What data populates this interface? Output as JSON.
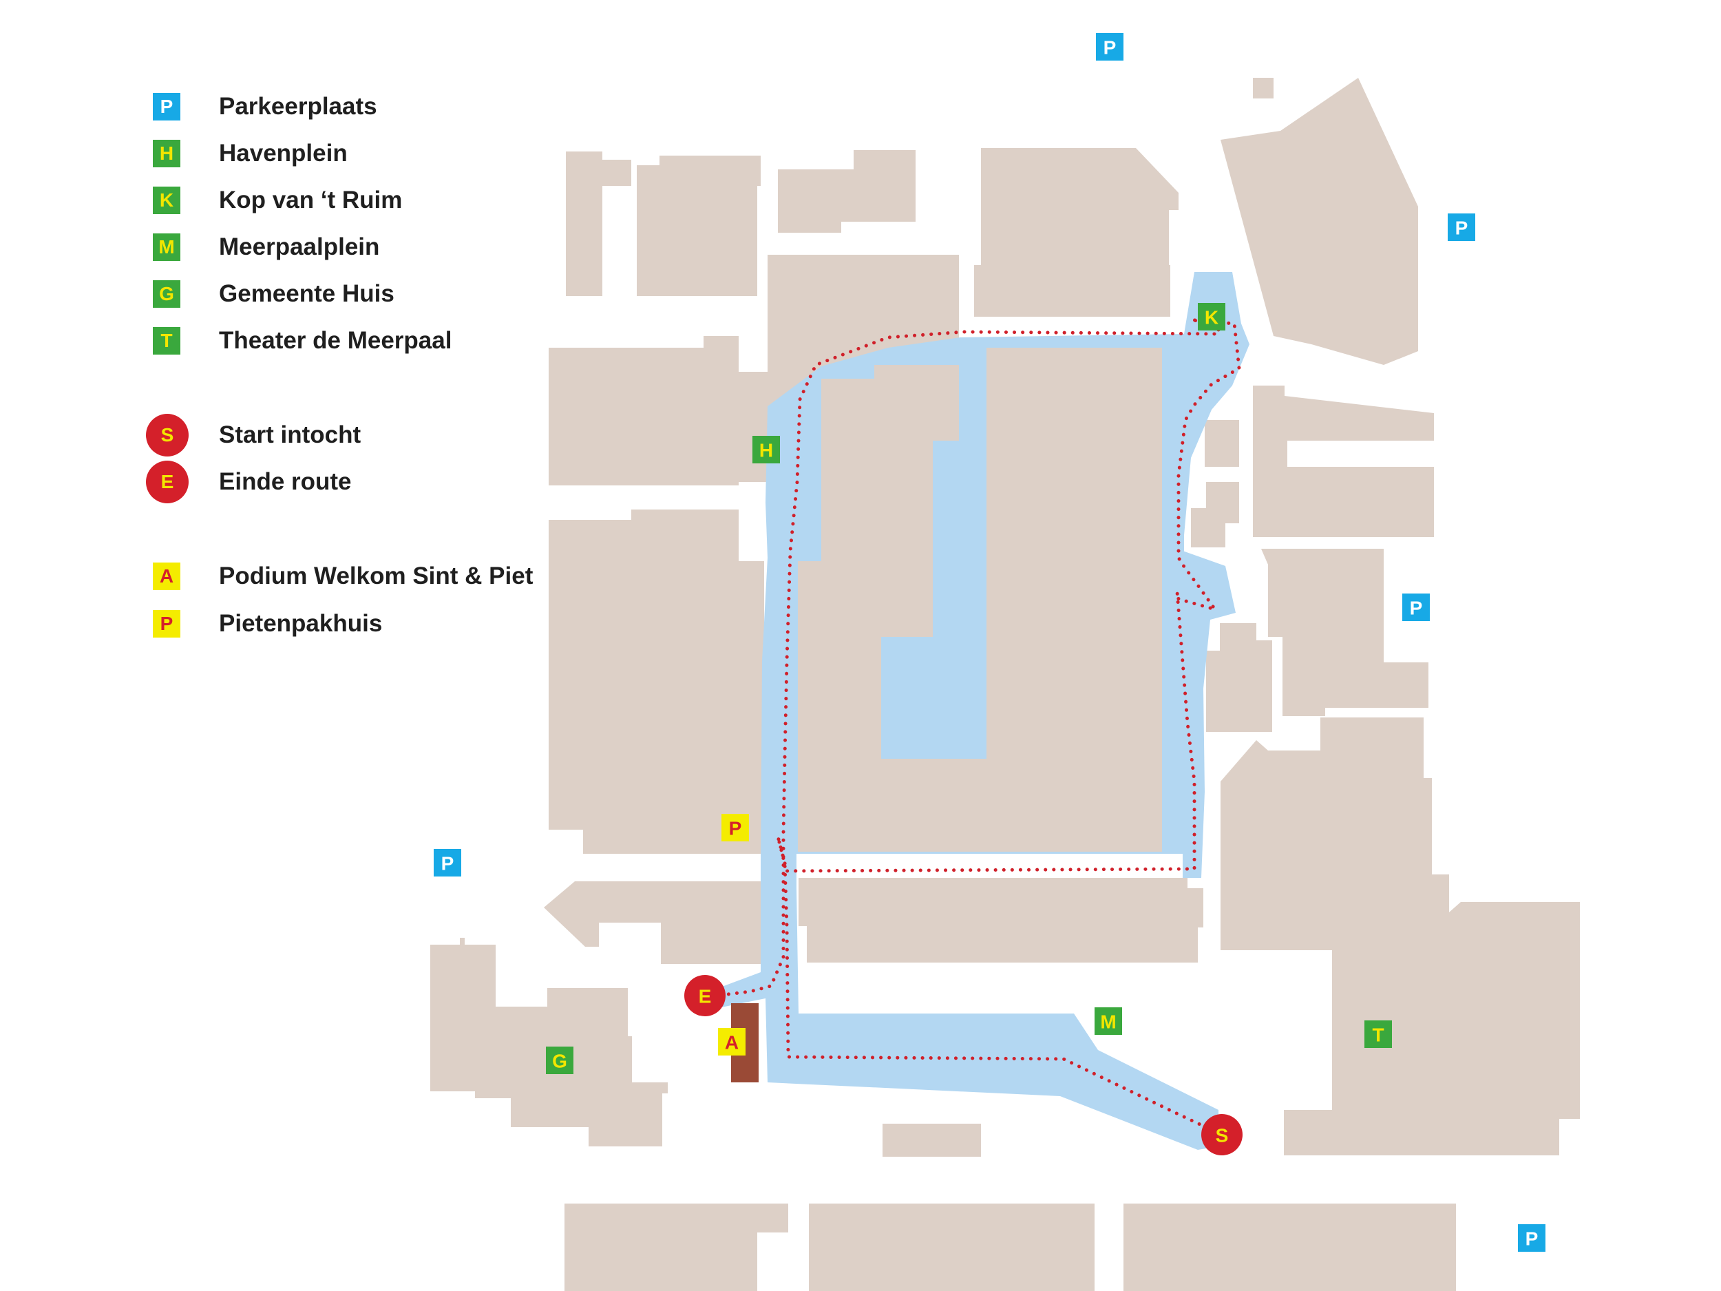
{
  "colors": {
    "building": "#ddd0c7",
    "route_area": "#b3d7f2",
    "route_line": "#d0202a",
    "parking_bg": "#17a9e6",
    "square_bg": "#3aa83d",
    "square_fg": "#f3e600",
    "point_bg": "#d4202a",
    "point_fg": "#f3e600",
    "venue_bg": "#f4ec00",
    "venue_fg": "#d4202a",
    "podium": "#9a4a36"
  },
  "legend": [
    {
      "key": "P",
      "label": "Parkeerplaats",
      "style": "parking"
    },
    {
      "key": "H",
      "label": "Havenplein",
      "style": "square"
    },
    {
      "key": "K",
      "label": "Kop van ‘t Ruim",
      "style": "square"
    },
    {
      "key": "M",
      "label": "Meerpaalplein",
      "style": "square"
    },
    {
      "key": "G",
      "label": "Gemeente Huis",
      "style": "square"
    },
    {
      "key": "T",
      "label": "Theater de Meerpaal",
      "style": "square"
    },
    {
      "key": "S",
      "label": "Start intocht",
      "style": "point"
    },
    {
      "key": "E",
      "label": "Einde route",
      "style": "point"
    },
    {
      "key": "A",
      "label": "Podium Welkom Sint & Piet",
      "style": "venue"
    },
    {
      "key": "P",
      "label": "Pietenpakhuis",
      "style": "venue"
    }
  ],
  "markers": [
    {
      "id": "parking-top",
      "key": "P",
      "style": "parking",
      "icon": "parking-icon"
    },
    {
      "id": "parking-upper-right",
      "key": "P",
      "style": "parking",
      "icon": "parking-icon"
    },
    {
      "id": "parking-right",
      "key": "P",
      "style": "parking",
      "icon": "parking-icon"
    },
    {
      "id": "parking-left",
      "key": "P",
      "style": "parking",
      "icon": "parking-icon"
    },
    {
      "id": "parking-bottom-right",
      "key": "P",
      "style": "parking",
      "icon": "parking-icon"
    },
    {
      "id": "havenplein",
      "key": "H",
      "style": "square"
    },
    {
      "id": "kop-van-t-ruim",
      "key": "K",
      "style": "square"
    },
    {
      "id": "meerpaalplein",
      "key": "M",
      "style": "square"
    },
    {
      "id": "gemeente-huis",
      "key": "G",
      "style": "square"
    },
    {
      "id": "theater-de-meerpaal",
      "key": "T",
      "style": "square"
    },
    {
      "id": "pietenpakhuis",
      "key": "P",
      "style": "venue"
    },
    {
      "id": "podium",
      "key": "A",
      "style": "venue"
    },
    {
      "id": "start-intocht",
      "key": "S",
      "style": "point"
    },
    {
      "id": "einde-route",
      "key": "E",
      "style": "point"
    }
  ]
}
